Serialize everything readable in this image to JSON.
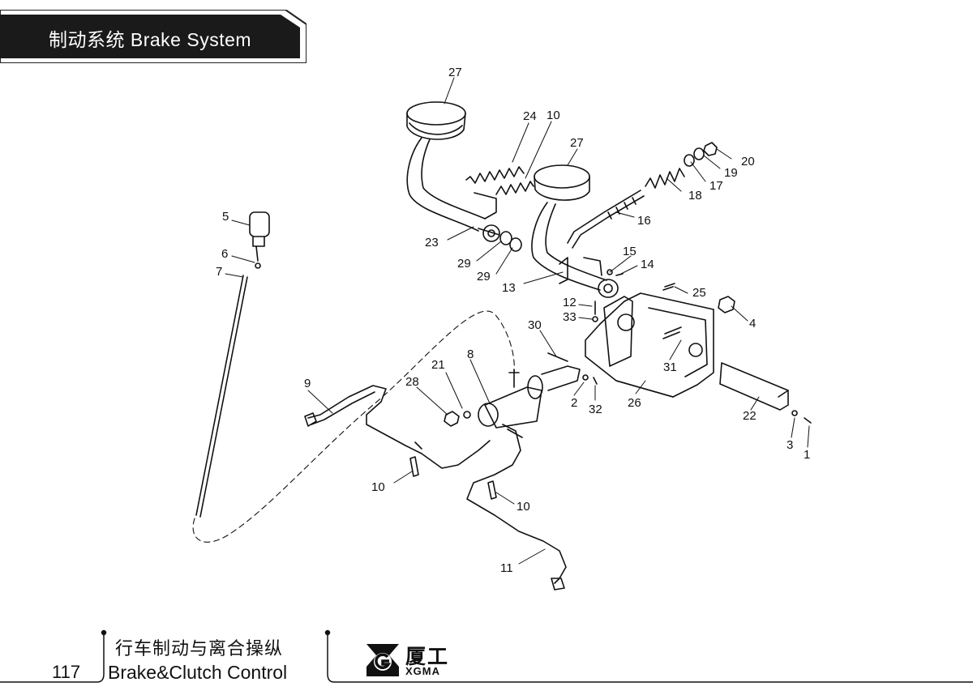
{
  "header": {
    "title": "制动系统  Brake System"
  },
  "footer": {
    "page_number": "117",
    "title_cn": "行车制动与离合操纵",
    "title_en": "Brake&Clutch Control",
    "brand_cn": "厦工",
    "brand_en": "XGMA"
  },
  "callouts": {
    "c1": "1",
    "c2": "2",
    "c3": "3",
    "c4": "4",
    "c5": "5",
    "c6": "6",
    "c7": "7",
    "c8": "8",
    "c9": "9",
    "c10a": "10",
    "c10b": "10",
    "c10c": "10",
    "c11": "11",
    "c12": "12",
    "c13": "13",
    "c14": "14",
    "c15": "15",
    "c16": "16",
    "c17": "17",
    "c18": "18",
    "c19": "19",
    "c20": "20",
    "c21": "21",
    "c22": "22",
    "c23": "23",
    "c24": "24",
    "c25": "25",
    "c26": "26",
    "c27a": "27",
    "c27b": "27",
    "c28": "28",
    "c29a": "29",
    "c29b": "29",
    "c30": "30",
    "c31": "31",
    "c32": "32",
    "c33": "33"
  }
}
